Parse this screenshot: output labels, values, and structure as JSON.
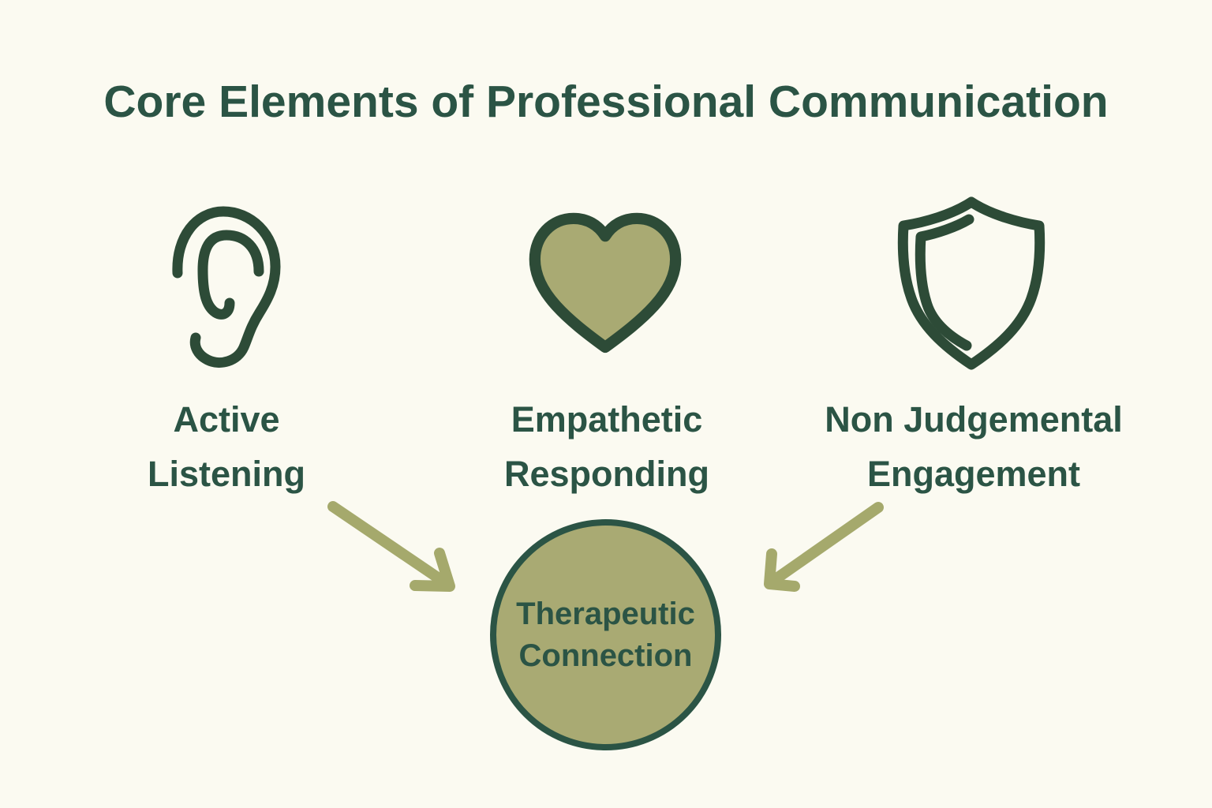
{
  "title": "Core Elements of Professional Communication",
  "colors": {
    "background": "#fbfaf1",
    "text_green": "#2b5445",
    "icon_green": "#2d4b37",
    "olive_fill": "#a9aa73",
    "arrow_olive": "#a5a96c"
  },
  "elements": [
    {
      "icon": "ear-icon",
      "label": "Active Listening"
    },
    {
      "icon": "heart-icon",
      "label": "Empathetic Responding"
    },
    {
      "icon": "shield-icon",
      "label": "Non Judgemental Engagement"
    }
  ],
  "center": {
    "label": "Therapeutic Connection"
  }
}
